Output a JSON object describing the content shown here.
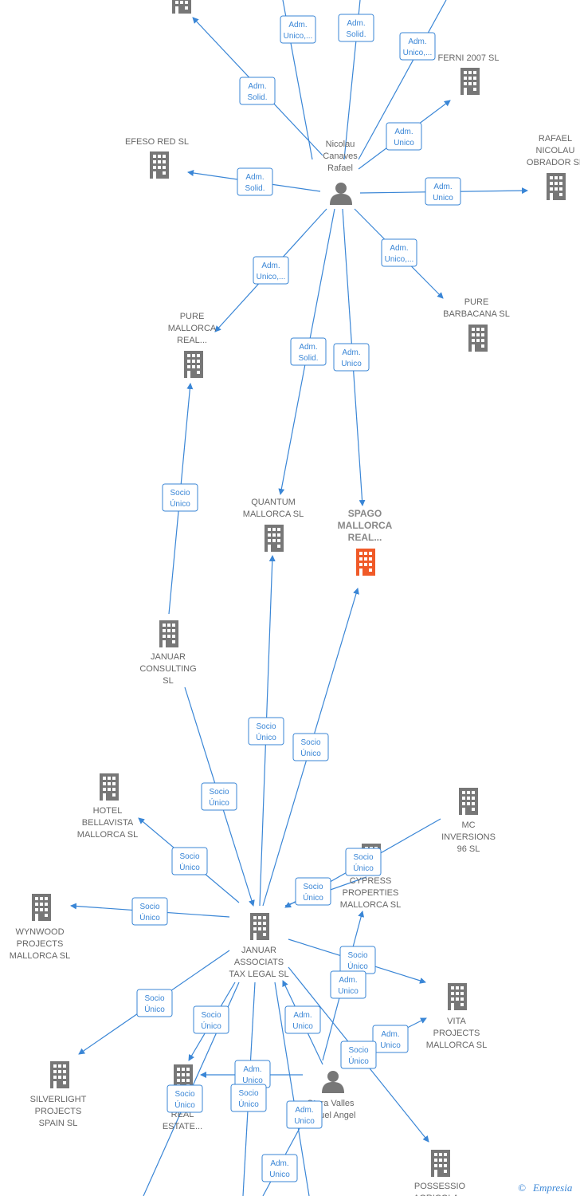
{
  "colors": {
    "edge": "#3a86d6",
    "company": "#777777",
    "focus": "#f05a28",
    "person": "#777777",
    "label": "#666666"
  },
  "nodes": [
    {
      "id": "top_co",
      "type": "company",
      "label": []
    },
    {
      "id": "ferni",
      "type": "company",
      "label": [
        "FERNI 2007 SL"
      ]
    },
    {
      "id": "efeso",
      "type": "company",
      "label": [
        "EFESO RED SL"
      ]
    },
    {
      "id": "nicolau",
      "type": "person",
      "label": [
        "Nicolau",
        "Canaves",
        "Rafael"
      ]
    },
    {
      "id": "rafael",
      "type": "company",
      "label": [
        "RAFAEL",
        "NICOLAU",
        "OBRADOR SL"
      ]
    },
    {
      "id": "pure_mallorca",
      "type": "company",
      "label": [
        "PURE",
        "MALLORCA",
        "REAL..."
      ]
    },
    {
      "id": "pure_barbacana",
      "type": "company",
      "label": [
        "PURE",
        "BARBACANA SL"
      ]
    },
    {
      "id": "quantum",
      "type": "company",
      "label": [
        "QUANTUM",
        "MALLORCA SL"
      ]
    },
    {
      "id": "spago",
      "type": "focus",
      "label": [
        "SPAGO",
        "MALLORCA",
        "REAL..."
      ]
    },
    {
      "id": "januar_consulting",
      "type": "company",
      "label": [
        "JANUAR",
        "CONSULTING",
        "SL"
      ]
    },
    {
      "id": "hotel",
      "type": "company",
      "label": [
        "HOTEL",
        "BELLAVISTA",
        "MALLORCA SL"
      ]
    },
    {
      "id": "mc",
      "type": "company",
      "label": [
        "MC",
        "INVERSIONS",
        "96 SL"
      ]
    },
    {
      "id": "cypress",
      "type": "company",
      "label": [
        "CYPRESS",
        "PROPERTIES",
        "MALLORCA SL"
      ]
    },
    {
      "id": "wynwood",
      "type": "company",
      "label": [
        "WYNWOOD",
        "PROJECTS",
        "MALLORCA SL"
      ]
    },
    {
      "id": "januar_associats",
      "type": "company",
      "label": [
        "JANUAR",
        "ASSOCIATS",
        "TAX LEGAL SL"
      ]
    },
    {
      "id": "vita",
      "type": "company",
      "label": [
        "VITA",
        "PROJECTS",
        "MALLORCA SL"
      ]
    },
    {
      "id": "silverlight",
      "type": "company",
      "label": [
        "SILVERLIGHT",
        "PROJECTS",
        "SPAIN SL"
      ]
    },
    {
      "id": "d_real",
      "type": "company",
      "label": [
        "D",
        "REAL",
        "ESTATE..."
      ]
    },
    {
      "id": "serra",
      "type": "person",
      "label": [
        "Serra Valles",
        "Miguel Angel"
      ]
    },
    {
      "id": "possessio",
      "type": "company",
      "label": [
        "POSSESSIO",
        "AGRICOLA..."
      ]
    }
  ],
  "edges": [
    {
      "badge": [
        "Adm.",
        "Unico,..."
      ]
    },
    {
      "badge": [
        "Adm.",
        "Solid."
      ]
    },
    {
      "badge": [
        "Adm.",
        "Unico,..."
      ]
    },
    {
      "badge": [
        "Adm.",
        "Solid."
      ]
    },
    {
      "badge": [
        "Adm.",
        "Unico"
      ]
    },
    {
      "badge": [
        "Adm.",
        "Solid."
      ]
    },
    {
      "badge": [
        "Adm.",
        "Unico"
      ]
    },
    {
      "badge": [
        "Adm.",
        "Unico,..."
      ]
    },
    {
      "badge": [
        "Adm.",
        "Unico,..."
      ]
    },
    {
      "badge": [
        "Adm.",
        "Solid."
      ]
    },
    {
      "badge": [
        "Adm.",
        "Unico"
      ]
    },
    {
      "badge": [
        "Socio",
        "Único"
      ]
    },
    {
      "badge": [
        "Socio",
        "Único"
      ]
    },
    {
      "badge": [
        "Socio",
        "Único"
      ]
    },
    {
      "badge": [
        "Socio",
        "Único"
      ]
    },
    {
      "badge": [
        "Socio",
        "Único"
      ]
    },
    {
      "badge": [
        "Socio",
        "Único"
      ]
    },
    {
      "badge": [
        "Socio",
        "Único"
      ]
    },
    {
      "badge": [
        "Socio",
        "Único"
      ]
    },
    {
      "badge": [
        "Socio",
        "Único"
      ]
    },
    {
      "badge": [
        "Socio",
        "Único"
      ]
    },
    {
      "badge": [
        "Adm.",
        "Unico"
      ]
    },
    {
      "badge": [
        "Adm.",
        "Unico"
      ]
    },
    {
      "badge": [
        "Adm.",
        "Unico"
      ]
    },
    {
      "badge": [
        "Socio",
        "Único"
      ]
    },
    {
      "badge": [
        "Adm.",
        "Unico"
      ]
    },
    {
      "badge": [
        "Socio",
        "Único"
      ]
    },
    {
      "badge": [
        "Socio",
        "Único"
      ]
    },
    {
      "badge": [
        "Socio",
        "Único"
      ]
    },
    {
      "badge": [
        "Adm.",
        "Unico"
      ]
    },
    {
      "badge": [
        "Adm.",
        "Unico"
      ]
    }
  ],
  "footer": {
    "copyright": "©",
    "brand": "Empresia"
  }
}
